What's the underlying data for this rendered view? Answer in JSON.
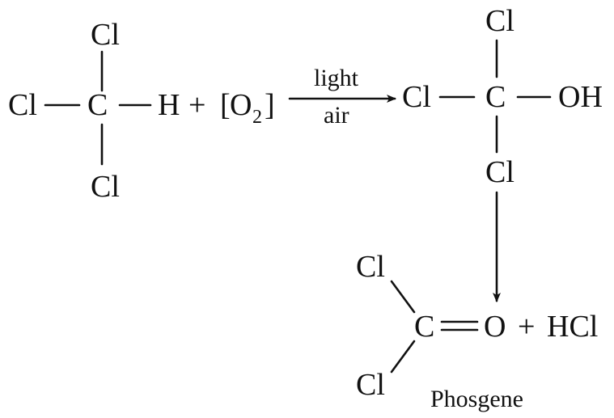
{
  "chloroform": {
    "cl_top": "Cl",
    "cl_left": "Cl",
    "carbon": "C",
    "hydrogen": "H",
    "cl_bottom": "Cl"
  },
  "plus_1": "+",
  "oxygen": {
    "bracket_open": "[",
    "symbol": "O",
    "subscript": "2",
    "bracket_close": "]"
  },
  "arrow": {
    "condition_top": "light",
    "condition_bottom": "air"
  },
  "intermediate": {
    "cl_top": "Cl",
    "cl_left": "Cl",
    "carbon": "C",
    "hydroxyl": "OH",
    "cl_bottom": "Cl"
  },
  "phosgene": {
    "cl_top": "Cl",
    "carbon": "C",
    "oxygen": "O",
    "cl_bottom": "Cl",
    "label": "Phosgene"
  },
  "plus_2": "+",
  "hcl": "HCl"
}
